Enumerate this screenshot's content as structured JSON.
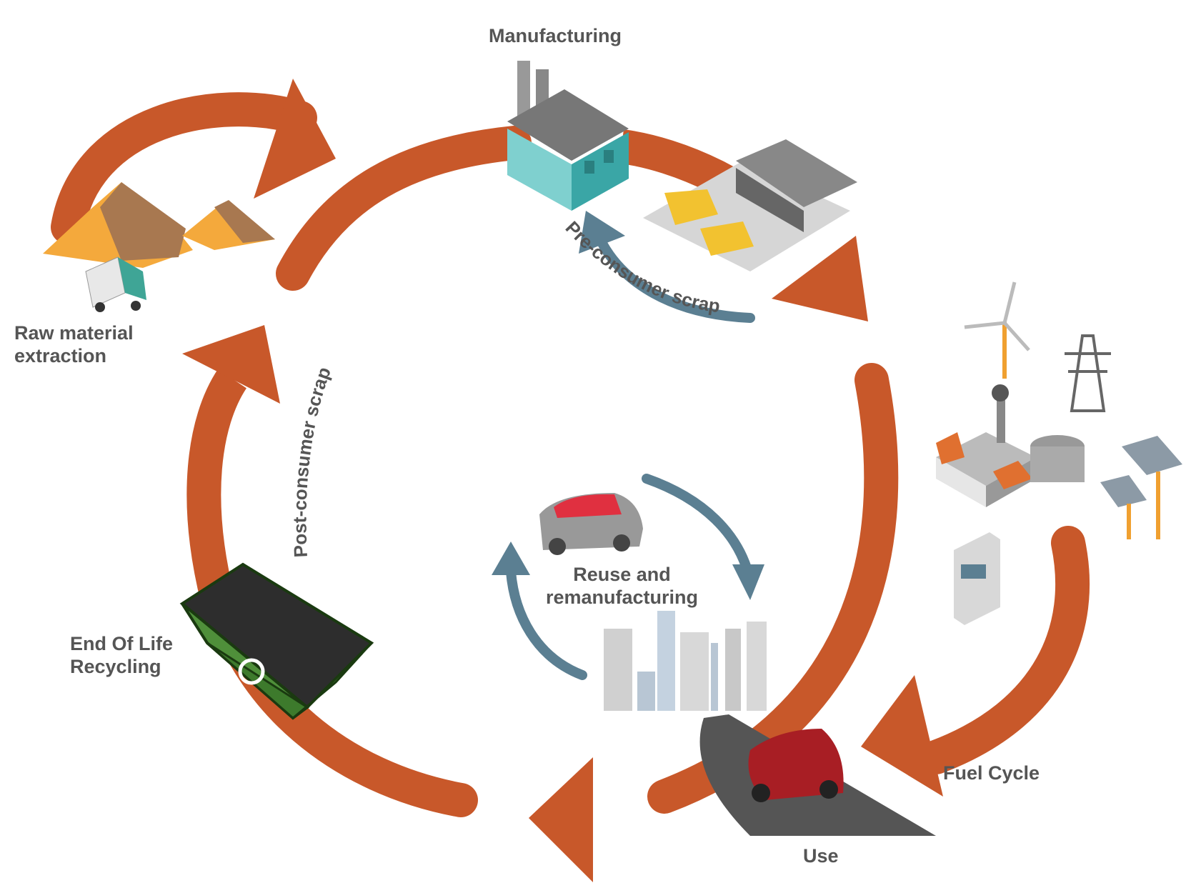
{
  "stages": {
    "manufacturing": "Manufacturing",
    "raw_material_line1": "Raw material",
    "raw_material_line2": "extraction",
    "end_of_life_line1": "End Of Life",
    "end_of_life_line2": "Recycling",
    "reuse_line1": "Reuse and",
    "reuse_line2": "remanufacturing",
    "fuel_cycle": "Fuel Cycle",
    "use": "Use"
  },
  "flows": {
    "pre_consumer_scrap": "Pre-consumer scrap",
    "post_consumer_scrap": "Post-consumer scrap"
  },
  "colors": {
    "main_cycle_arrow": "#c8582a",
    "inner_arrow": "#5b7f92",
    "label_text": "#555555"
  },
  "icons": [
    "sand-pile-icon",
    "delivery-truck-icon",
    "factory-icon",
    "car-plant-icon",
    "wind-turbine-icon",
    "power-pylon-icon",
    "power-plant-icon",
    "solar-panel-icon",
    "fuel-pump-icon",
    "red-car-icon",
    "city-buildings-icon",
    "road-car-icon",
    "recycling-skip-icon",
    "recycle-symbol-icon"
  ]
}
